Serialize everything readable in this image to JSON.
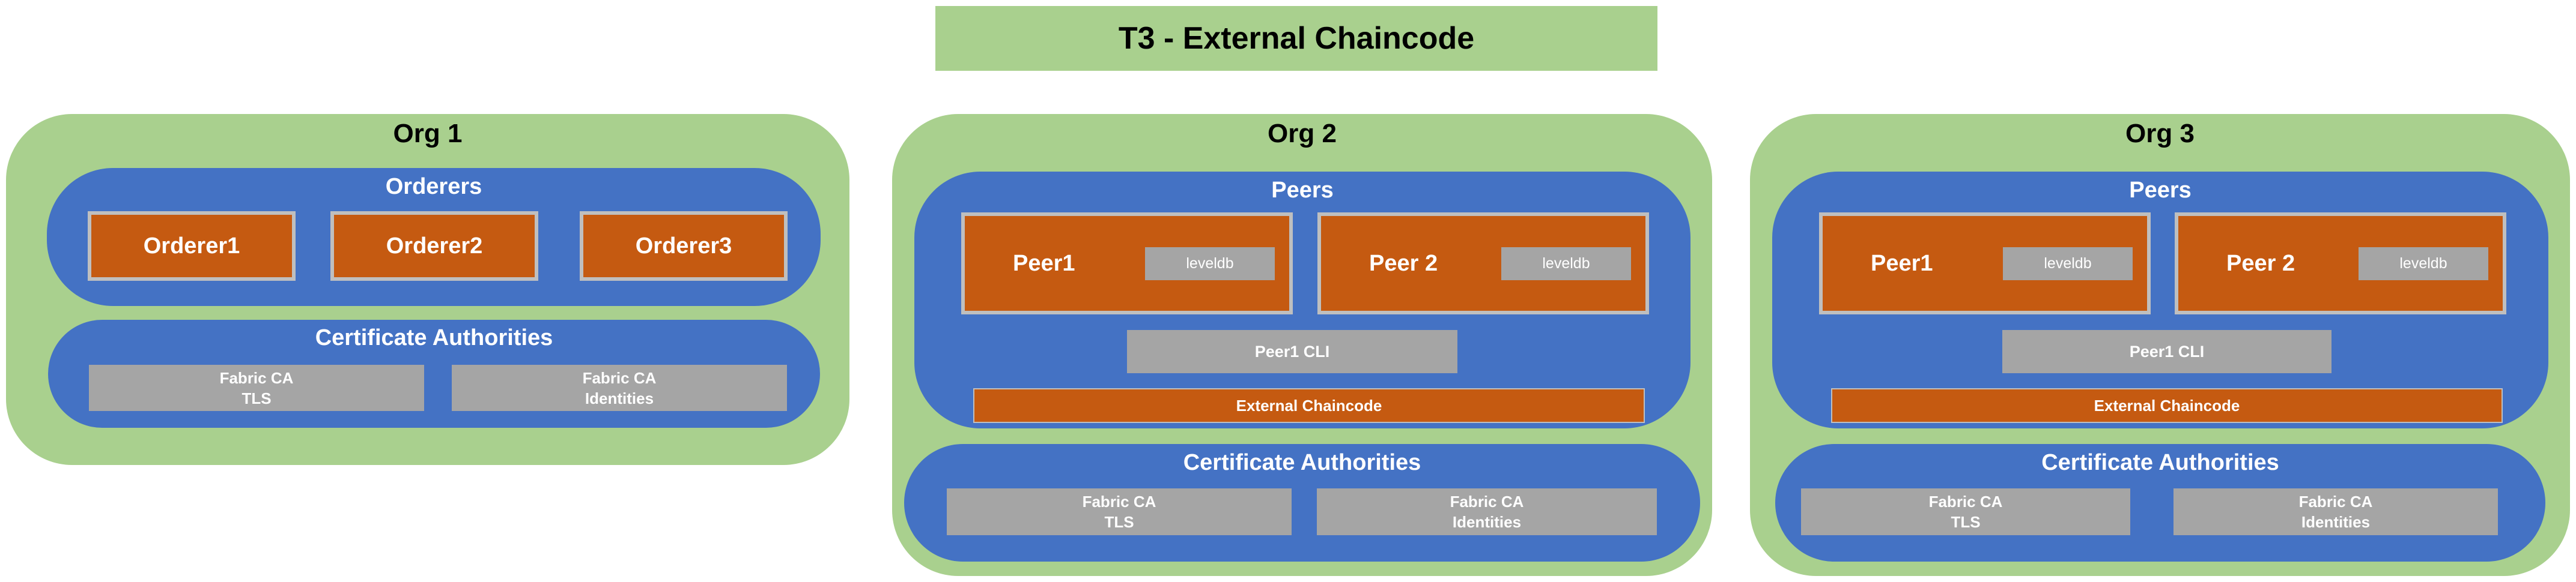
{
  "title": "T3 - External Chaincode",
  "org1": {
    "title": "Org 1",
    "orderers": {
      "title": "Orderers",
      "items": [
        "Orderer1",
        "Orderer2",
        "Orderer3"
      ]
    },
    "ca": {
      "title": "Certificate Authorities",
      "tls": {
        "line1": "Fabric CA",
        "line2": "TLS"
      },
      "identities": {
        "line1": "Fabric CA",
        "line2": "Identities"
      }
    }
  },
  "org2": {
    "title": "Org 2",
    "peers": {
      "title": "Peers",
      "peer1": {
        "name": "Peer1",
        "db": "leveldb"
      },
      "peer2": {
        "name": "Peer 2",
        "db": "leveldb"
      },
      "cli": "Peer1 CLI",
      "external": "External Chaincode"
    },
    "ca": {
      "title": "Certificate Authorities",
      "tls": {
        "line1": "Fabric CA",
        "line2": "TLS"
      },
      "identities": {
        "line1": "Fabric CA",
        "line2": "Identities"
      }
    }
  },
  "org3": {
    "title": "Org 3",
    "peers": {
      "title": "Peers",
      "peer1": {
        "name": "Peer1",
        "db": "leveldb"
      },
      "peer2": {
        "name": "Peer 2",
        "db": "leveldb"
      },
      "cli": "Peer1 CLI",
      "external": "External Chaincode"
    },
    "ca": {
      "title": "Certificate Authorities",
      "tls": {
        "line1": "Fabric CA",
        "line2": "TLS"
      },
      "identities": {
        "line1": "Fabric CA",
        "line2": "Identities"
      }
    }
  },
  "colors": {
    "org_green": "#a9d08e",
    "panel_blue": "#4472c4",
    "component_orange": "#c55a11",
    "service_grey": "#a5a5a5",
    "border_grey": "#bfbfbf"
  }
}
